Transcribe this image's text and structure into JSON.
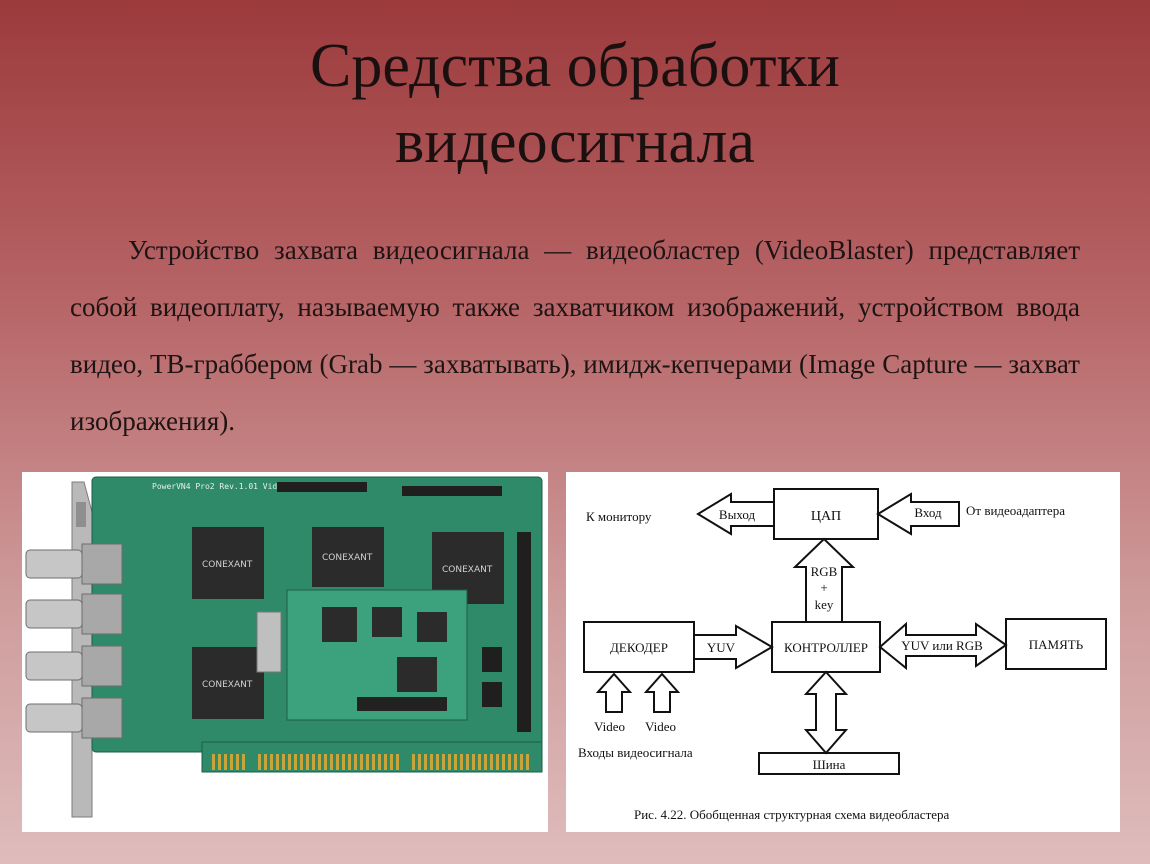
{
  "slide": {
    "title_line1": "Средства обработки",
    "title_line2": "видеосигнала",
    "paragraph": "Устройство захвата видеосигнала — видеобластер (VideoBlaster) представляет собой видеоплату, называемую также захватчиком изображений, устройством ввода видео, ТВ-граббером (Grab — захватывать), имидж-кепчерами (Image Capture — захват изображения)."
  },
  "board_photo": {
    "silkscreen": "PowerVN4 Pro2 Rev.1.01 VideoNet",
    "chip_brand": "CONEXANT"
  },
  "diagram": {
    "dac": "ЦАП",
    "out_arrow": "Выход",
    "in_arrow": "Вход",
    "to_monitor": "К монитору",
    "from_adapter": "От видеоадаптера",
    "rgb": "RGB",
    "plus": "+",
    "key": "key",
    "decoder": "ДЕКОДЕР",
    "yuv": "YUV",
    "controller": "КОНТРОЛЛЕР",
    "yuv_or_rgb": "YUV или RGB",
    "memory": "ПАМЯТЬ",
    "video1": "Video",
    "video2": "Video",
    "inputs_label": "Входы видеосигнала",
    "bus": "Шина",
    "caption": "Рис. 4.22. Обобщенная структурная схема видеобластера"
  }
}
